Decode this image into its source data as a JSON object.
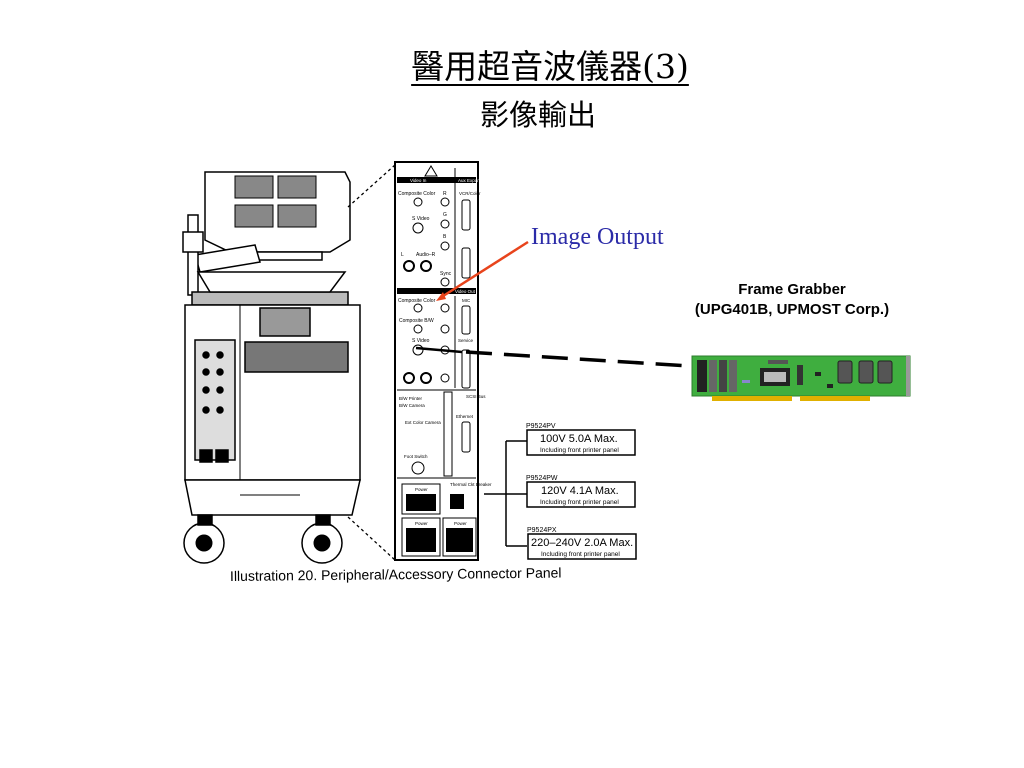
{
  "slide": {
    "title": "醫用超音波儀器(3)",
    "subtitle": "影像輸出",
    "image_output_label": "Image Output",
    "frame_grabber_line1": "Frame Grabber",
    "frame_grabber_line2": "(UPG401B, UPMOST Corp.)",
    "caption": "Illustration 20.  Peripheral/Accessory Connector Panel"
  },
  "panel": {
    "video_in": "Video In",
    "aux_expansion": "Aux Expans",
    "video_out": "Video Out",
    "composite_color": "Composite Color",
    "composite_bw": "Composite B/W",
    "s_video": "S Video",
    "audio_r": "Audio–R",
    "sync": "Sync",
    "vcr_color": "VCR/Color",
    "mic": "MIC",
    "service": "Service",
    "scsi_bus": "SCSI Bus",
    "bw_printer": "B/W Printer",
    "bw_camera": "B/W Camera",
    "ext_color_camera": "Ext Color Camera",
    "ethernet": "Ethernet",
    "foot_switch": "Foot Switch",
    "power": "Power",
    "thermal_breaker": "Thermal Ckt Breaker",
    "r": "R",
    "g": "G",
    "b": "B",
    "l": "L"
  },
  "ratings": [
    {
      "model": "P9524PV",
      "rating": "100V 5.0A Max.",
      "note": "Including front printer panel"
    },
    {
      "model": "P9524PW",
      "rating": "120V 4.1A Max.",
      "note": "Including front printer panel"
    },
    {
      "model": "P9524PX",
      "rating": "220–240V 2.0A Max.",
      "note": "Including front printer panel"
    }
  ],
  "colors": {
    "arrow": "#e8441c",
    "label_blue": "#2b2ba8",
    "board_green": "#3fae3f",
    "gold_fingers": "#e0b000"
  }
}
